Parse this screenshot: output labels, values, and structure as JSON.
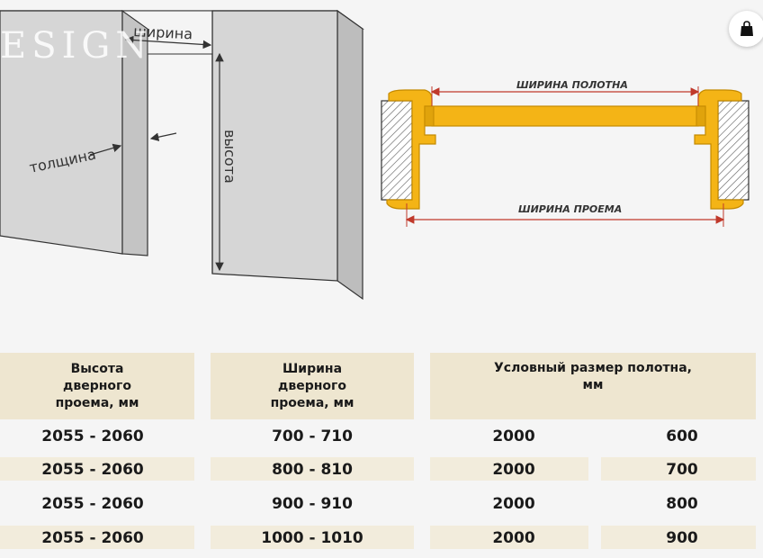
{
  "watermark": "ESIGN",
  "colors": {
    "frame_fill": "#f4b416",
    "frame_stroke": "#d89a00",
    "wall": "#d8d8d8",
    "dim_red": "#c0392b",
    "header_bg": "#eee6d0",
    "row_bg": "#f2ecdc"
  },
  "diagram_left": {
    "width_label": "ширина",
    "thickness_label": "толщина",
    "height_label": "высота"
  },
  "diagram_right": {
    "leaf_width_label": "ШИРИНА ПОЛОТНА",
    "opening_width_label": "ШИРИНА ПРОЕМА"
  },
  "cart_icon": "shopping-bag-icon",
  "table": {
    "headers": [
      [
        "Высота",
        "дверного",
        "проема, мм"
      ],
      [
        "Ширина",
        "дверного",
        "проема, мм"
      ],
      [
        "Условный размер полотна,",
        "мм"
      ]
    ],
    "rows": [
      [
        "2055 - 2060",
        "700 - 710",
        "2000",
        "600"
      ],
      [
        "2055 - 2060",
        "800 - 810",
        "2000",
        "700"
      ],
      [
        "2055 - 2060",
        "900 - 910",
        "2000",
        "800"
      ],
      [
        "2055 - 2060",
        "1000 - 1010",
        "2000",
        "900"
      ]
    ]
  }
}
